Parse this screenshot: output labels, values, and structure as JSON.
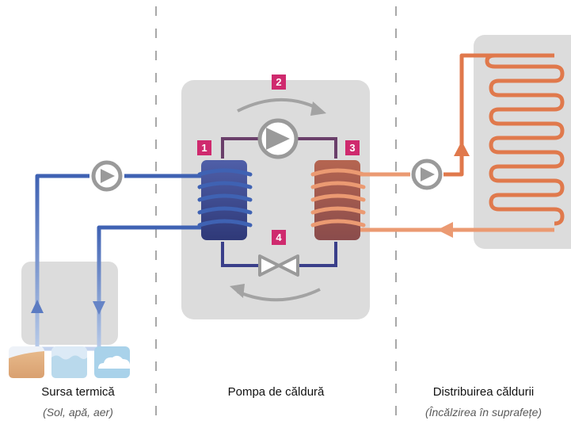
{
  "colors": {
    "cold": "#3f62b3",
    "cold_light": "#a9c0e6",
    "hot": "#e0794c",
    "hot_light": "#eb9a72",
    "gray_box": "#dcdcdc",
    "badge": "#cf2a6e",
    "divider": "#a8a8a8",
    "pipe_dark_blue": "#3a3f8a",
    "pipe_purple": "#6a3f6a"
  },
  "sections": [
    {
      "title": "Sursa termică",
      "subtitle": "(Sol, apă, aer)"
    },
    {
      "title": "Pompa de căldură",
      "subtitle": ""
    },
    {
      "title": "Distribuirea căldurii",
      "subtitle": "(Încălzirea în suprafețe)"
    }
  ],
  "steps": [
    "1",
    "2",
    "3",
    "4"
  ],
  "icons": {
    "pump": "circulation-pump-icon",
    "compressor": "compressor-icon",
    "valve": "expansion-valve-icon",
    "source_soil": "soil-icon",
    "source_water": "water-icon",
    "source_air": "air-icon"
  }
}
